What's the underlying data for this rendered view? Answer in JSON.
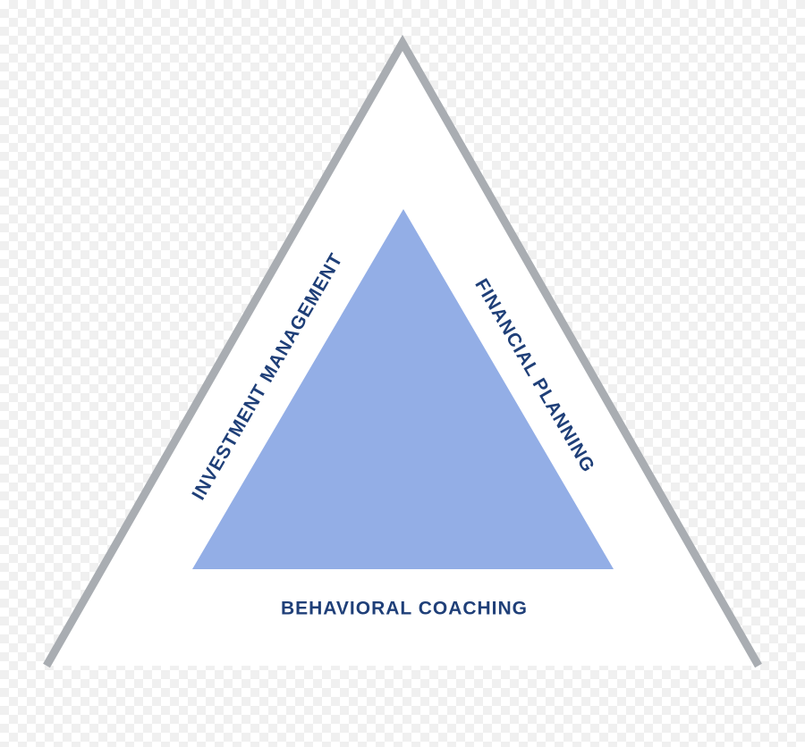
{
  "diagram": {
    "labels": {
      "left": "INVESTMENT MANAGEMENT",
      "right": "FINANCIAL PLANNING",
      "bottom": "BEHAVIORAL COACHING"
    },
    "colors": {
      "outer_fill": "#ffffff",
      "outer_stroke": "#a9adb2",
      "inner_fill": "#93aee6",
      "label_text": "#1f3f78"
    }
  }
}
